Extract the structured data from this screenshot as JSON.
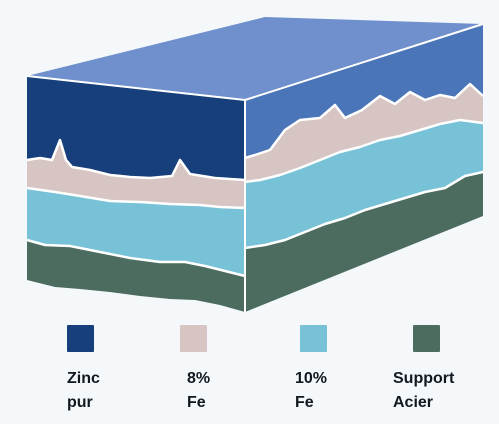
{
  "legend": [
    {
      "label": "Zinc\npur",
      "color": "#163f7c"
    },
    {
      "label": "8%\nFe",
      "color": "#d6c5c3"
    },
    {
      "label": "10%\nFe",
      "color": "#78c2d7"
    },
    {
      "label": "Support\nAcier",
      "color": "#4b6c5f"
    }
  ],
  "colors": {
    "background": "#f4f8fb",
    "top_face": "#6f8fcd",
    "front_zinc": "#163f7c",
    "side_zinc": "#4a76b9",
    "fe8": "#d6c5c3",
    "fe10": "#78c2d7",
    "steel": "#4b6c5f"
  }
}
